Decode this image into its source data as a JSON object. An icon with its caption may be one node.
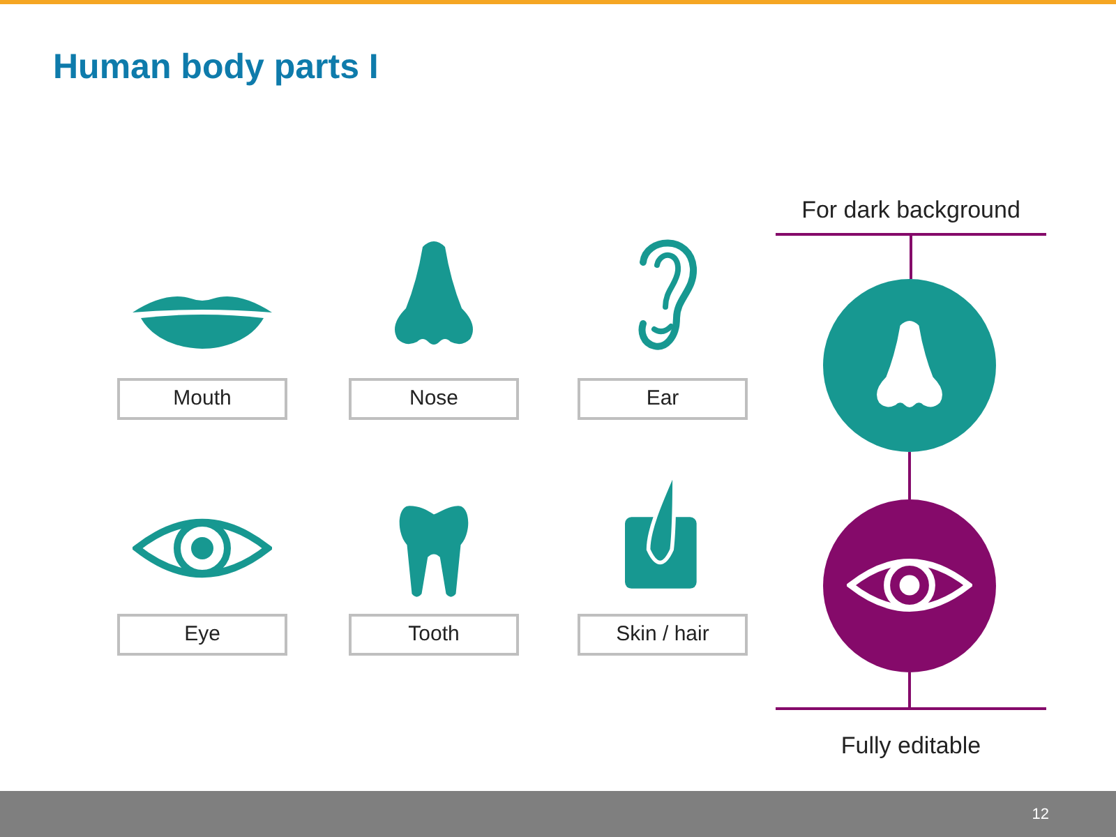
{
  "diagram": {
    "title": "Human body parts I",
    "nodes": [
      {
        "text": [
          "Mouth"
        ]
      },
      {
        "text": [
          "Nose"
        ]
      },
      {
        "text": [
          "Ear"
        ]
      },
      {
        "text": [
          "Eye"
        ]
      },
      {
        "text": [
          "Tooth"
        ]
      },
      {
        "text": [
          "Skin / hair"
        ]
      },
      {
        "text": [
          "For dark background"
        ]
      },
      {
        "text": [],
        "shape": "circle"
      },
      {
        "text": [],
        "shape": "circle"
      },
      {
        "text": [
          "Fully editable"
        ]
      }
    ],
    "edges": [
      {
        "from": 6,
        "to": 7,
        "arrow": "none"
      },
      {
        "from": 7,
        "to": 8,
        "arrow": "none"
      },
      {
        "from": 8,
        "to": 9,
        "arrow": "none"
      }
    ],
    "labels": [
      "12"
    ]
  }
}
